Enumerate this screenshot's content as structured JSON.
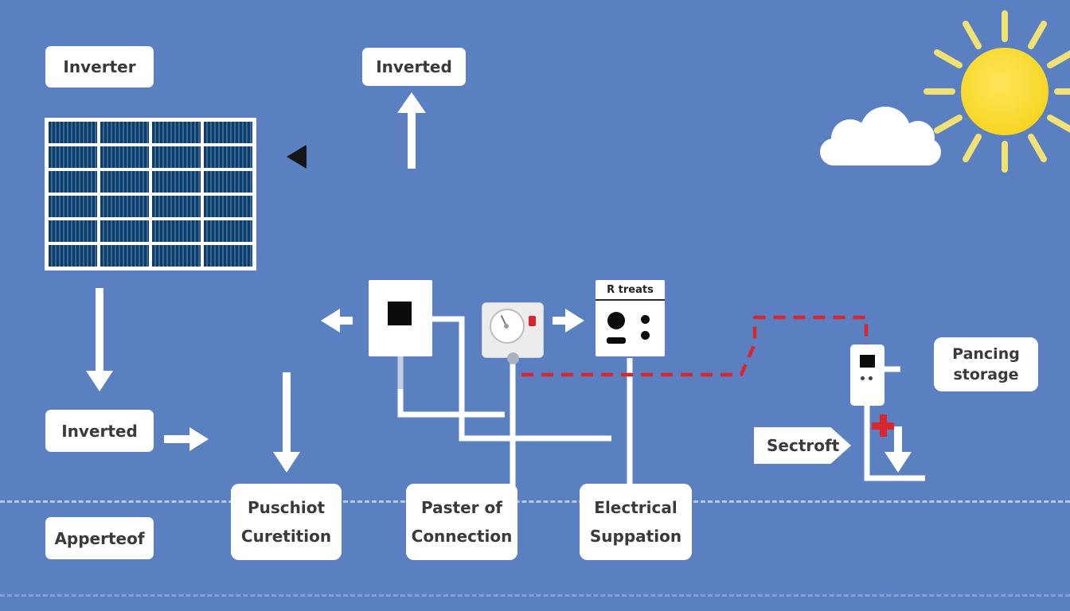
{
  "colors": {
    "background": "#5b80c1",
    "accent_red": "#d8262c",
    "sun_yellow": "#f4cf0c",
    "ray_yellow": "#f2e173",
    "panel_cell_dark": "#143a60",
    "panel_cell_light": "#2d6ba2",
    "label_text": "#3a3a3a",
    "wire_white": "#ffffff"
  },
  "labels": {
    "inverter": "Inverter",
    "inverted_top": "Inverted",
    "inverted_left": "Inverted",
    "apperteof": "Apperteof",
    "r_treats": "R treats",
    "sectroft": "Sectroft",
    "pancing": {
      "line1": "Pancing",
      "line2": "storage"
    },
    "puschiot": {
      "line1": "Puschiot",
      "line2": "Curetition"
    },
    "paster": {
      "line1": "Paster of",
      "line2": "Connection"
    },
    "electrical": {
      "line1": "Electrical",
      "line2": "Suppation"
    }
  },
  "icons": {
    "sun": "sun-icon",
    "cloud": "cloud-icon",
    "solar_panel": "solar-panel-icon",
    "inverter_device": "inverter-device-icon",
    "power_meter": "power-meter-icon",
    "breaker_panel": "breaker-panel-icon",
    "charge_controller": "charge-controller-icon",
    "red_plus": "plus-icon"
  }
}
